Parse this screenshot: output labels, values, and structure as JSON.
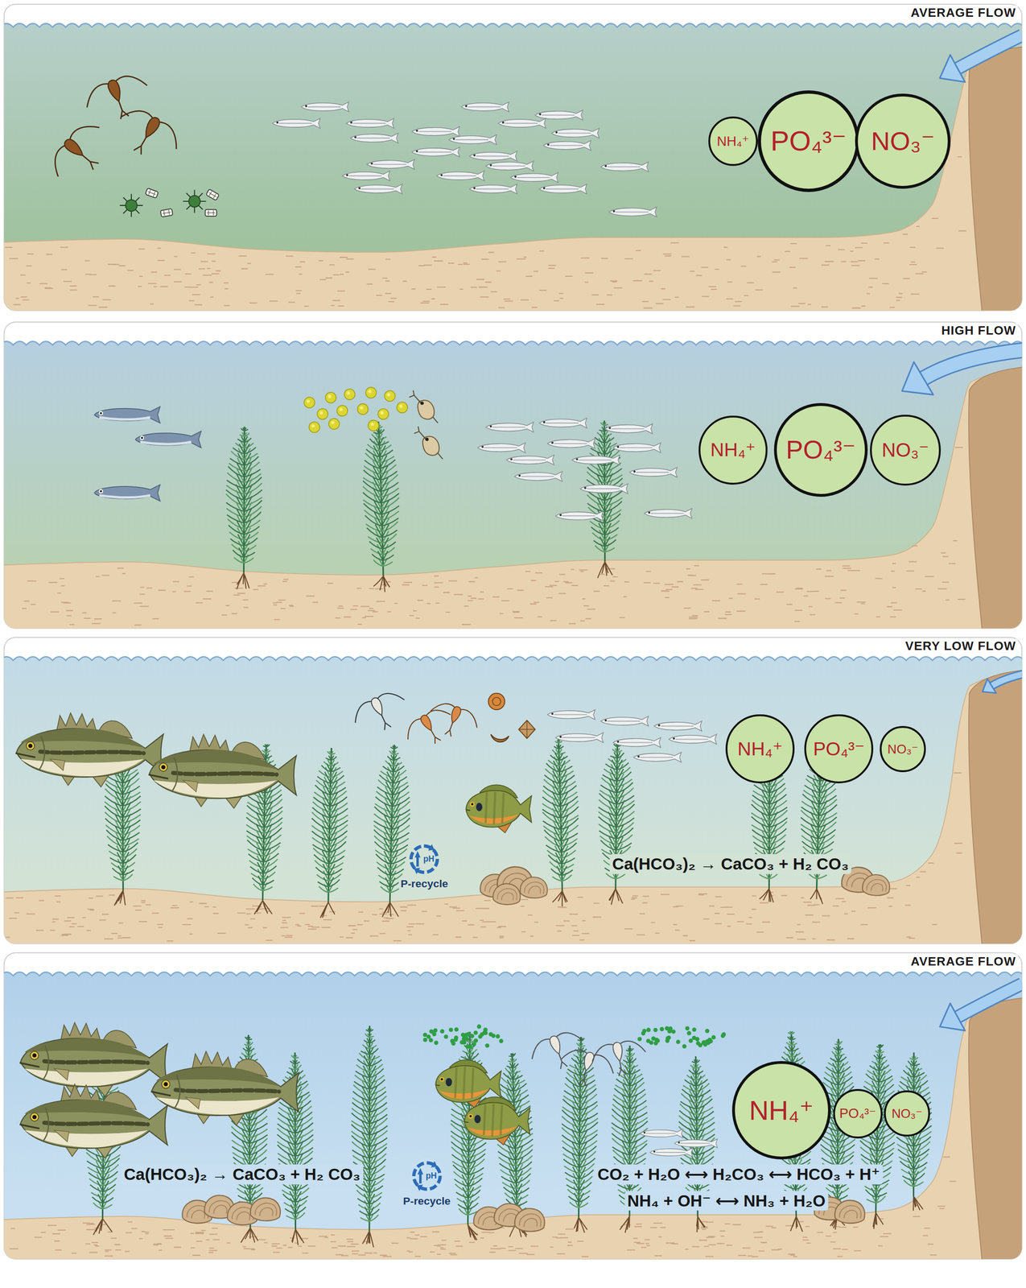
{
  "diagram": {
    "nodes": [
      {
        "text": [
          "AVERAGE FLOW"
        ]
      },
      {
        "text": [
          "NH₄⁺"
        ],
        "in": 0
      },
      {
        "text": [
          "PO₄³⁻"
        ],
        "in": 0
      },
      {
        "text": [
          "NO₃⁻"
        ],
        "in": 0
      },
      {
        "text": [
          "HIGH FLOW"
        ]
      },
      {
        "text": [
          "NH₄⁺"
        ],
        "in": 4
      },
      {
        "text": [
          "PO₄³⁻"
        ],
        "in": 4
      },
      {
        "text": [
          "NO₃⁻"
        ],
        "in": 4
      },
      {
        "text": [
          "VERY LOW FLOW"
        ]
      },
      {
        "text": [
          "NH₄⁺"
        ],
        "in": 8
      },
      {
        "text": [
          "PO₄³⁻"
        ],
        "in": 8
      },
      {
        "text": [
          "NO₃⁻"
        ],
        "in": 8
      },
      {
        "text": [
          "pH",
          "P-recycle"
        ],
        "in": 8
      },
      {
        "text": [
          "AVERAGE FLOW"
        ]
      },
      {
        "text": [
          "NH₄⁺"
        ],
        "in": 13
      },
      {
        "text": [
          "PO₄³⁻"
        ],
        "in": 13
      },
      {
        "text": [
          "NO₃⁻"
        ],
        "in": 13
      },
      {
        "text": [
          "pH",
          "P-recycle"
        ],
        "in": 13
      }
    ],
    "labels": [
      "Ca(HCO₃)₂ → CaCO₃ + H₂ CO₃",
      "Ca(HCO₃)₂ → CaCO₃ + H₂ CO₃",
      "CO₂ + H₂O ⟷ H₂CO₃ ⟷ HCO₃ + H⁺",
      "NH₄ + OH⁻ ⟷ NH₃ + H₂O"
    ]
  }
}
